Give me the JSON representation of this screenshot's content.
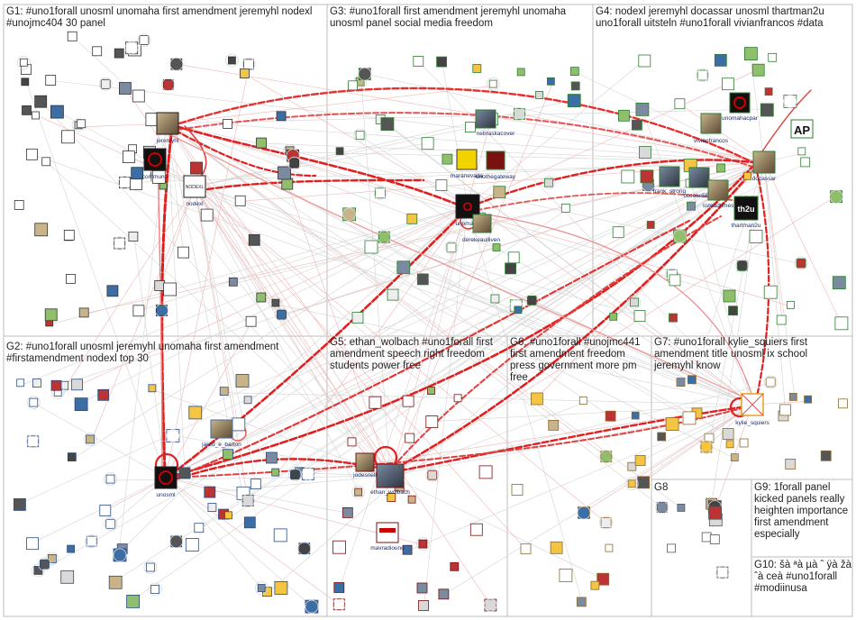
{
  "groups": [
    {
      "id": "G1",
      "label": "G1: #uno1forall unosml unomaha first amendment jeremyhl nodexl\n#unojmc404 30 panel"
    },
    {
      "id": "G2",
      "label": "G2: #uno1forall unosml jeremyhl unomaha first amendment\n#firstamendment nodexl top 30"
    },
    {
      "id": "G3",
      "label": "G3: #uno1forall first amendment jeremyhl unomaha\nunosml panel social media freedom"
    },
    {
      "id": "G4",
      "label": "G4: nodexl jeremyhl docassar unosml thartman2u\nuno1forall uitsteln #uno1forall vivianfrancos #data"
    },
    {
      "id": "G5",
      "label": "G5: ethan_wolbach #uno1forall first\namendment speech right freedom\nstudents power free"
    },
    {
      "id": "G6",
      "label": "G6: #uno1forall #unojmc441\nfirst amendment freedom\npress government more pm\nfree"
    },
    {
      "id": "G7",
      "label": "G7: #uno1forall kylie_squiers first\namendment title unosml ix school\njeremyhl know"
    },
    {
      "id": "G8",
      "label": "G8"
    },
    {
      "id": "G9",
      "label": "G9: 1forall panel\nkicked panels really\nheighten importance\nfirst amendment\nespecially"
    },
    {
      "id": "G10",
      "label": "G10: šà ªà µà ˆ ÿà žà\nˆà ceà #uno1forall\n#modiinusa"
    }
  ],
  "nodes": [
    {
      "id": "jeremyhl",
      "label": "jeremyhl"
    },
    {
      "id": "communo",
      "label": "communo"
    },
    {
      "id": "nodexl",
      "label": "nodexl"
    },
    {
      "id": "unosml",
      "label": "unosml"
    },
    {
      "id": "jared_e_barton",
      "label": "jared_e_barton"
    },
    {
      "id": "unomaha",
      "label": "unomaha"
    },
    {
      "id": "maranevada",
      "label": "maranevada"
    },
    {
      "id": "nebraskacover",
      "label": "nebraskacover"
    },
    {
      "id": "derekeaulliven",
      "label": "derekeaulliven"
    },
    {
      "id": "unothegateway",
      "label": "unothegateway"
    },
    {
      "id": "docassar",
      "label": "docassar"
    },
    {
      "id": "thartman2u",
      "label": "thartman2u"
    },
    {
      "id": "vivianfrancos",
      "label": "vivianfrancos"
    },
    {
      "id": "unomahacpar",
      "label": "unomahacpar"
    },
    {
      "id": "frank_strong",
      "label": "frank_strong"
    },
    {
      "id": "ccooke5685",
      "label": "ccooke5685"
    },
    {
      "id": "ssteadtimes",
      "label": "ssteadtimes"
    },
    {
      "id": "ethan_wolbach",
      "label": "ethan_wolbach"
    },
    {
      "id": "jodesnell",
      "label": "jodesnell"
    },
    {
      "id": "mavradiouno",
      "label": "mavradiouno"
    },
    {
      "id": "kylie_squiers",
      "label": "kylie_squiers"
    }
  ],
  "colors": {
    "edge_strong": "#e02020",
    "edge_light": "#e8a0a0",
    "edge_grey": "#c8c8c8",
    "box_border": "#bdbdbd"
  }
}
